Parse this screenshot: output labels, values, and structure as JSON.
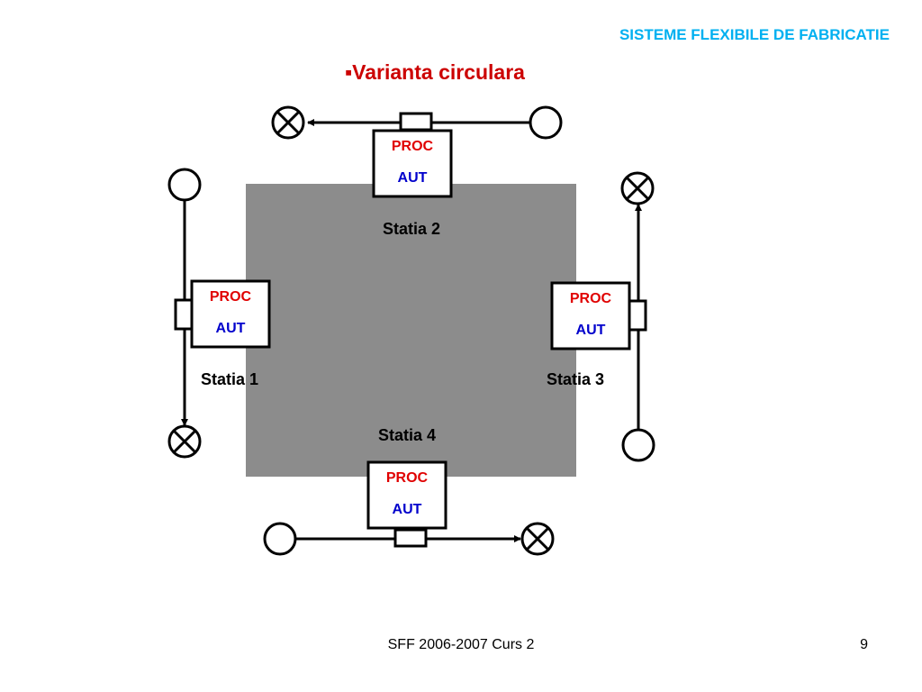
{
  "header": {
    "title": "SISTEME FLEXIBILE DE FABRICATIE"
  },
  "slide": {
    "title": "▪Varianta circulara"
  },
  "diagram": {
    "center_block_color": "#8c8c8c",
    "proc_color": "#e00000",
    "aut_color": "#0000cc",
    "stations": [
      {
        "name": "Statia 1",
        "proc": "PROC",
        "aut": "AUT"
      },
      {
        "name": "Statia 2",
        "proc": "PROC",
        "aut": "AUT"
      },
      {
        "name": "Statia 3",
        "proc": "PROC",
        "aut": "AUT"
      },
      {
        "name": "Statia 4",
        "proc": "PROC",
        "aut": "AUT"
      }
    ],
    "symbols": {
      "input": "open-circle-icon",
      "output": "crossed-circle-icon"
    }
  },
  "footer": {
    "text": "SFF 2006-2007  Curs 2",
    "page": "9"
  }
}
